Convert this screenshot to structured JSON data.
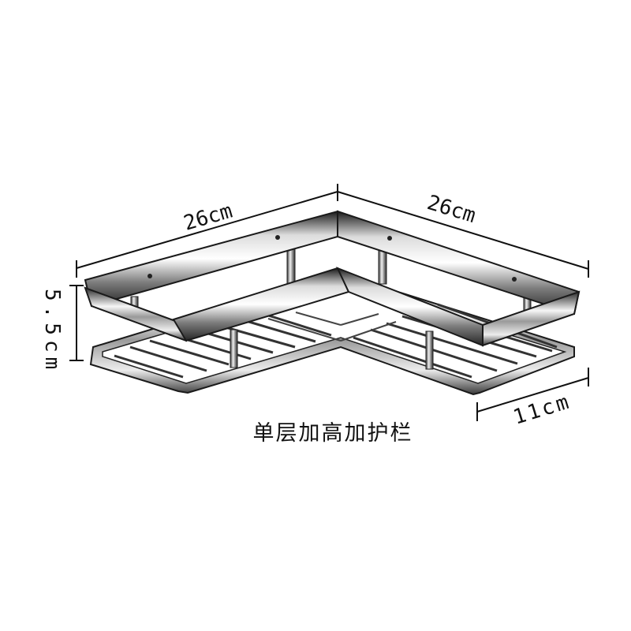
{
  "dimensions": {
    "left_length": "26cm",
    "right_length": "26cm",
    "height": "5.5cm",
    "depth": "11cm"
  },
  "caption": "单层加高加护栏",
  "colors": {
    "background": "#ffffff",
    "ink": "#111111",
    "metal_dark": "#1c1c1c",
    "metal_light": "#f4f4f4"
  }
}
